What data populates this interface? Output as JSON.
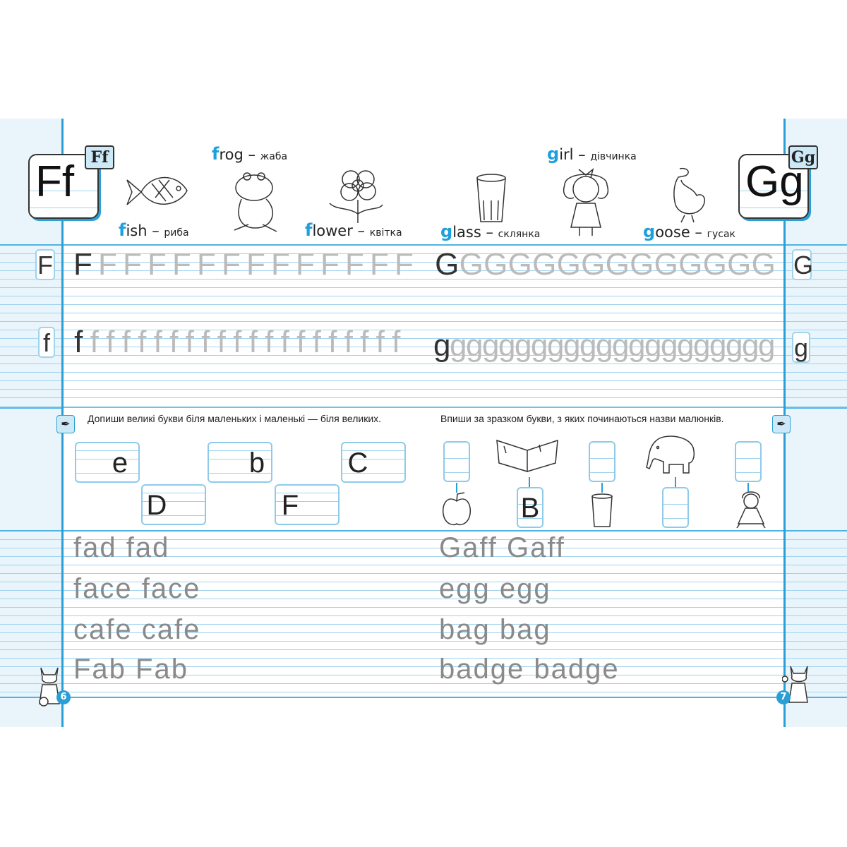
{
  "left_page": {
    "letter_card": {
      "big": "Ff",
      "badge": "Ff"
    },
    "words": [
      {
        "first": "f",
        "rest": "ish",
        "dash": " – ",
        "translation": "риба",
        "icon": "fish"
      },
      {
        "first": "f",
        "rest": "rog",
        "dash": " – ",
        "translation": "жаба",
        "icon": "frog"
      },
      {
        "first": "f",
        "rest": "lower",
        "dash": " – ",
        "translation": "квітка",
        "icon": "flower"
      }
    ],
    "upper_row": {
      "sample": "F",
      "letter": "F",
      "count": 14
    },
    "lower_row": {
      "sample": "f",
      "letter": "f",
      "count": 21
    },
    "exercise": {
      "instruction": "Допиши великі букви біля маленьких і маленькі — біля великих.",
      "boxes": [
        "e",
        "b",
        "C",
        "D",
        "F"
      ]
    },
    "practice_words": [
      "fad fad",
      "face face",
      "cafe cafe",
      "Fab Fab"
    ],
    "page_number": "6"
  },
  "right_page": {
    "letter_card": {
      "big": "Gg",
      "badge": "Gg"
    },
    "words": [
      {
        "first": "g",
        "rest": "lass",
        "dash": " – ",
        "translation": "склянка",
        "icon": "glass"
      },
      {
        "first": "g",
        "rest": "irl",
        "dash": " – ",
        "translation": "дівчинка",
        "icon": "girl"
      },
      {
        "first": "g",
        "rest": "oose",
        "dash": " – ",
        "translation": "гусак",
        "icon": "goose"
      }
    ],
    "upper_row": {
      "sample": "G",
      "letter": "G",
      "count": 14
    },
    "lower_row": {
      "sample": "g",
      "letter": "g",
      "count": 21
    },
    "exercise": {
      "instruction": "Впиши за зразком букви, з яких починаються назви малюнків.",
      "boxes": [
        "",
        "B",
        "",
        "",
        ""
      ],
      "pictures": [
        "apple",
        "book",
        "glass",
        "elephant",
        "doll"
      ]
    },
    "practice_words": [
      "Gaff Gaff",
      "egg egg",
      "bag bag",
      "badge badge"
    ],
    "page_number": "7"
  },
  "colors": {
    "accent": "#2a9fd6",
    "ruling": "#9fd3ee",
    "margin": "#eaf5fb"
  }
}
